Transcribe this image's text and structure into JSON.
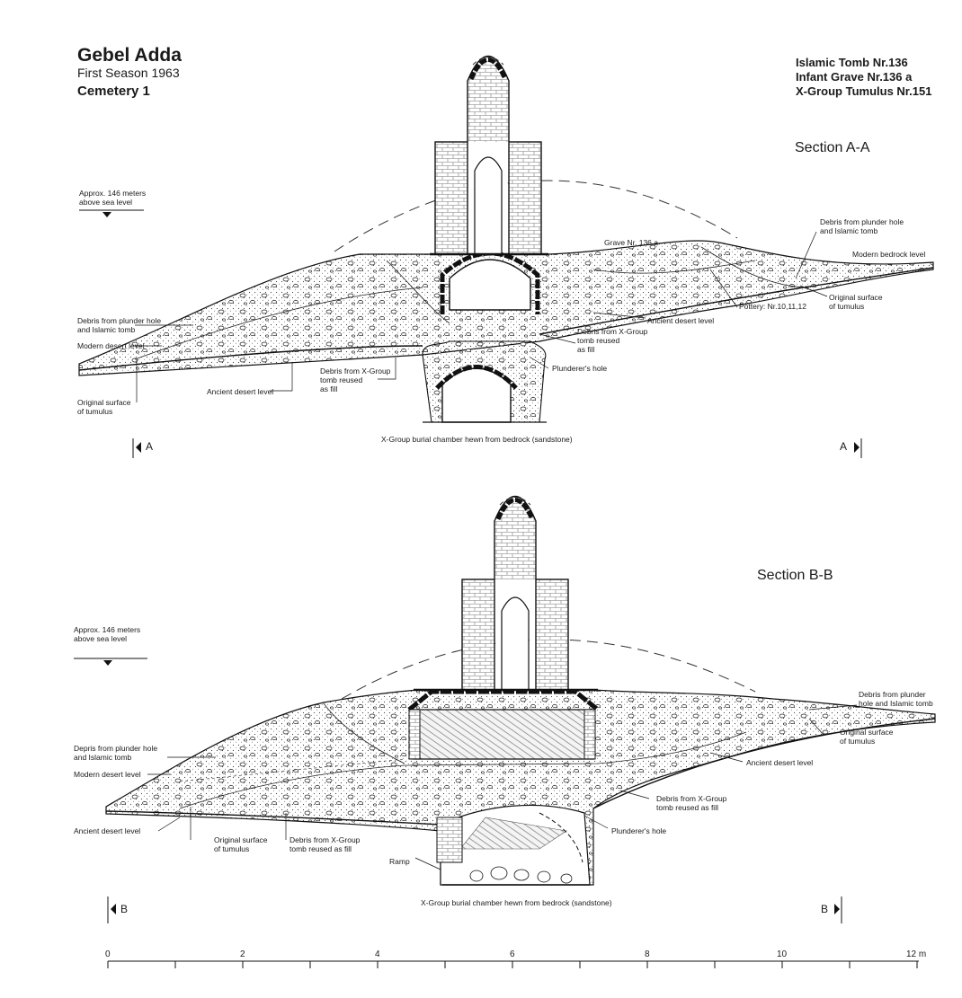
{
  "header": {
    "site": "Gebel Adda",
    "season": "First Season 1963",
    "cemetery": "Cemetery 1",
    "tombs": [
      "Islamic Tomb Nr.136",
      "Infant Grave Nr.136 a",
      "X-Group Tumulus Nr.151"
    ]
  },
  "section_a": {
    "title": "Section A-A",
    "sea_level": "Approx. 146 meters\nabove sea level",
    "grave_label": "Grave Nr. 136 a",
    "labels": {
      "debris_right": "Debris from plunder hole\nand Islamic tomb",
      "bedrock": "Modern bedrock level",
      "original_right": "Original surface\nof tumulus",
      "pottery": "Pottery: Nr.10,11,12",
      "ancient_right": "Ancient desert level",
      "debris_xgroup_right": "Debris from X-Group\ntomb reused\nas fill",
      "plunderer": "Plunderer's hole",
      "debris_left": "Debris from plunder hole\nand Islamic tomb",
      "modern_left": "Modern desert level",
      "debris_xgroup_left": "Debris from X-Group\ntomb reused\nas fill",
      "ancient_left": "Ancient desert level",
      "original_left": "Original surface\nof tumulus"
    },
    "caption": "X-Group burial chamber hewn from bedrock (sandstone)",
    "marker_left": "A",
    "marker_right": "A"
  },
  "section_b": {
    "title": "Section B-B",
    "sea_level": "Approx. 146 meters\nabove sea level",
    "labels": {
      "debris_right": "Debris from plunder\nhole and Islamic tomb",
      "original_right": "Original surface\nof tumulus",
      "ancient_right": "Ancient desert level",
      "debris_xgroup_right": "Debris from X-Group\ntomb reused as fill",
      "plunderer": "Plunderer's hole",
      "debris_left": "Depris from plunder hole\nand Islamic tomb",
      "modern_left": "Modern desert level",
      "ancient_left": "Ancient desert level",
      "original_left": "Original surface\nof tumulus",
      "debris_xgroup_left": "Debris from X-Group\ntomb reused as fill",
      "ramp": "Ramp"
    },
    "caption": "X-Group burial chamber hewn from bedrock (sandstone)",
    "marker_left": "B",
    "marker_right": "B"
  },
  "scale": {
    "ticks": [
      "0",
      "2",
      "4",
      "6",
      "8",
      "10",
      "12 m"
    ]
  }
}
